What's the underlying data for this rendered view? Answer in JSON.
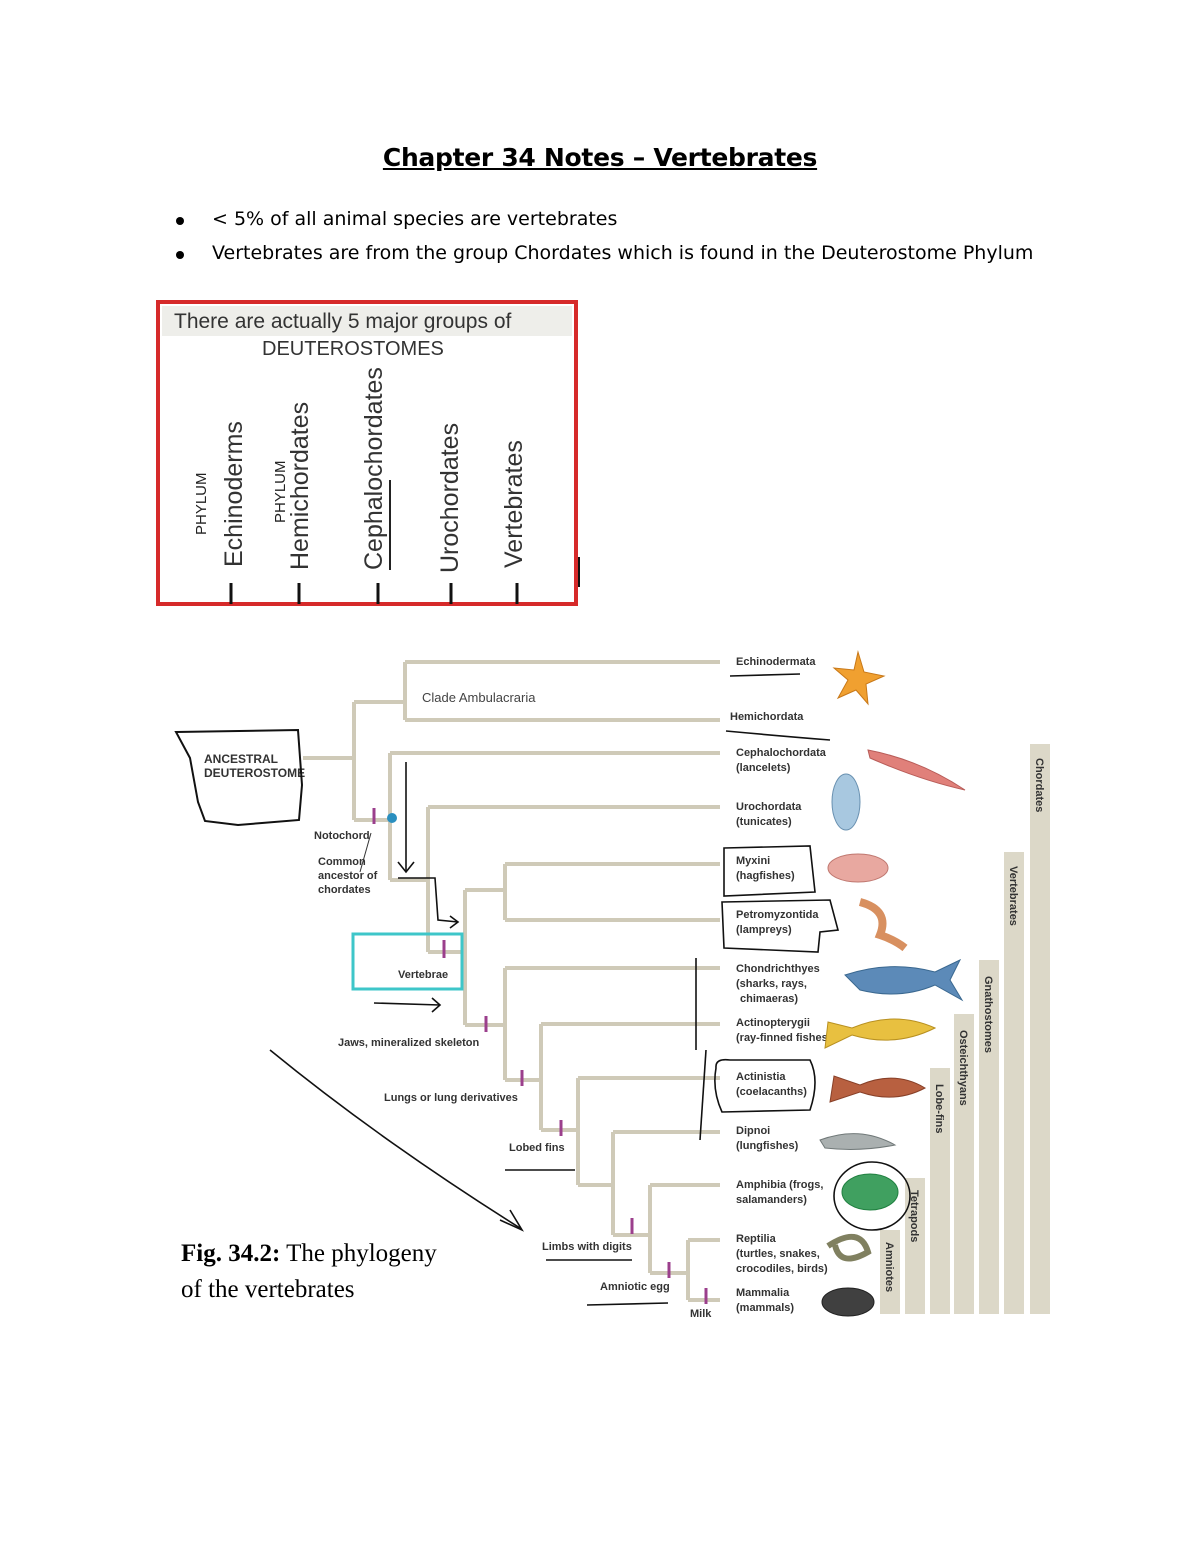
{
  "title": "Chapter 34 Notes – Vertebrates",
  "bullets": [
    "< 5% of all animal species are vertebrates",
    "Vertebrates are from the group Chordates which is found in the Deuterostome Phylum"
  ],
  "deut_box": {
    "heading_line1": "There are actually 5 major groups of",
    "heading_line2": "DEUTEROSTOMES",
    "groups": [
      "Echinoderms",
      "Hemichordates",
      "Cephalochordates",
      "Urochordates",
      "Vertebrates"
    ],
    "phylum_tag": "PHYLUM",
    "border_color": "#d62a2a"
  },
  "figure": {
    "caption_bold": "Fig. 34.2:",
    "caption_rest": " The phylogeny",
    "caption_line2": "of the vertebrates",
    "root": [
      "ANCESTRAL",
      "DEUTEROSTOME"
    ],
    "clade_label": "Clade Ambulacraria",
    "taxa": [
      {
        "name": "Echinodermata",
        "common": ""
      },
      {
        "name": "Hemichordata",
        "common": ""
      },
      {
        "name": "Cephalochordata",
        "common": "(lancelets)"
      },
      {
        "name": "Urochordata",
        "common": "(tunicates)"
      },
      {
        "name": "Myxini",
        "common": "(hagfishes)"
      },
      {
        "name": "Petromyzontida",
        "common": "(lampreys)"
      },
      {
        "name": "Chondrichthyes",
        "common": "(sharks, rays,",
        "common2": "chimaeras)"
      },
      {
        "name": "Actinopterygii",
        "common": "(ray-finned fishes)"
      },
      {
        "name": "Actinistia",
        "common": "(coelacanths)"
      },
      {
        "name": "Dipnoi",
        "common": "(lungfishes)"
      },
      {
        "name": "Amphibia (frogs,",
        "common": "salamanders)"
      },
      {
        "name": "Reptilia",
        "common": "(turtles, snakes,",
        "common2": "crocodiles, birds)"
      },
      {
        "name": "Mammalia",
        "common": "(mammals)"
      }
    ],
    "traits": {
      "notochord": "Notochord",
      "common_ancestor": [
        "Common",
        "ancestor of",
        "chordates"
      ],
      "vertebrae": "Vertebrae",
      "jaws": "Jaws, mineralized skeleton",
      "lungs": "Lungs or lung derivatives",
      "lobed": "Lobed fins",
      "limbs": "Limbs with digits",
      "amniotic": "Amniotic egg",
      "milk": "Milk"
    },
    "groups_bars": [
      "Chordates",
      "Vertebrates",
      "Gnathostomes",
      "Osteichthyans",
      "Lobe-fins",
      "Tetrapods",
      "Amniotes"
    ],
    "colors": {
      "branch": "#cfcab8",
      "trait": "#9b3f8c",
      "vertebrae_box": "#3ec6c9",
      "bar": "#dcd8c8",
      "dot": "#2a8fbf"
    }
  }
}
